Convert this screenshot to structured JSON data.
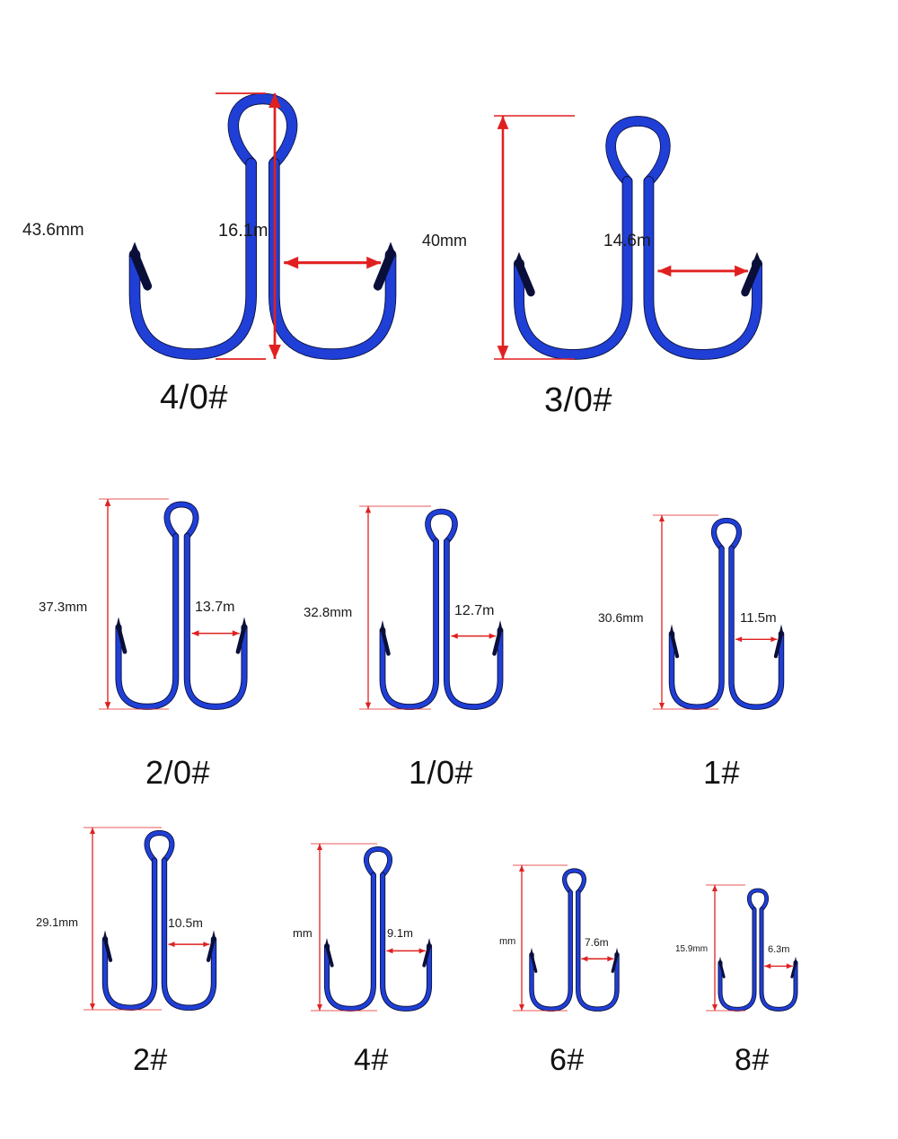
{
  "hooks": [
    {
      "size": "4/0#",
      "height": "43.6mm",
      "width": "16.1m"
    },
    {
      "size": "3/0#",
      "height": "40mm",
      "width": "14.6m"
    },
    {
      "size": "2/0#",
      "height": "37.3mm",
      "width": "13.7m"
    },
    {
      "size": "1/0#",
      "height": "32.8mm",
      "width": "12.7m"
    },
    {
      "size": "1#",
      "height": "30.6mm",
      "width": "11.5m"
    },
    {
      "size": "2#",
      "height": "29.1mm",
      "width": "10.5m"
    },
    {
      "size": "4#",
      "height": "mm",
      "width": "9.1m"
    },
    {
      "size": "6#",
      "height": "mm",
      "width": "7.6m"
    },
    {
      "size": "8#",
      "height": "15.9mm",
      "width": "6.3m"
    }
  ],
  "colors": {
    "hook": "#1f3fd6",
    "hook_dark": "#0a0f3a",
    "measure": "#e02020"
  },
  "icon": "double-fishing-hook-icon"
}
